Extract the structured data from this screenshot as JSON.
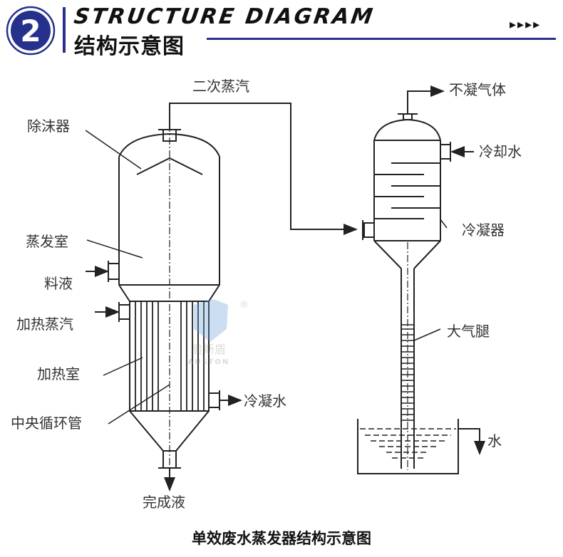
{
  "header": {
    "badge_number": "2",
    "title_en": "STRUCTURE DIAGRAM",
    "title_cn": "结构示意图",
    "decoration": "▸▸▸▸",
    "accent_color": "#25318c"
  },
  "diagram": {
    "evaporator_labels": {
      "demister": "除沫器",
      "evaporation_chamber": "蒸发室",
      "feed_liquid": "料液",
      "heating_steam": "加热蒸汽",
      "heating_chamber": "加热室",
      "central_circulation_tube": "中央循环管",
      "condensate_water": "冷凝水",
      "finished_liquid": "完成液"
    },
    "secondary_steam": "二次蒸汽",
    "condenser_labels": {
      "non_condensable_gas": "不凝气体",
      "cooling_water": "冷却水",
      "condenser": "冷凝器",
      "barometric_leg": "大气腿",
      "water": "水"
    },
    "watermark": {
      "cn": "奥斯盾",
      "en": "AUSTON",
      "registered": "®"
    }
  },
  "caption": "单效废水蒸发器结构示意图"
}
